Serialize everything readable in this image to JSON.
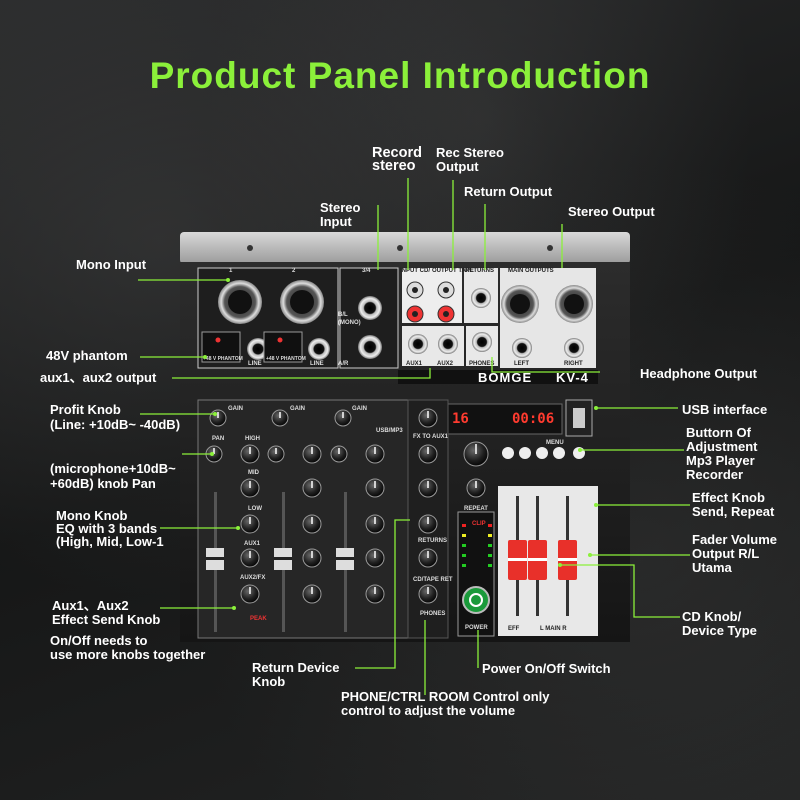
{
  "title": "Product Panel Introduction",
  "colors": {
    "accent": "#8bf03a",
    "background": "#1d1f20",
    "fader_cap": "#e8302a",
    "display_red": "#ff3b2f"
  },
  "mixer": {
    "brand": "BOMGE",
    "model": "KV-4",
    "display_left": "16",
    "display_right": "00:06",
    "channels": [
      "1",
      "2",
      "3/4"
    ],
    "sections": {
      "input_cd": "INPUT CD/",
      "output_tape": "OUTPUT TAPE",
      "returns": "RETURNS",
      "main_outputs": "MAIN OUTPUTS",
      "aux1": "AUX1",
      "aux2": "AUX2",
      "phones": "PHONES",
      "left": "LEFT",
      "right": "RIGHT",
      "line": "LINE",
      "phantom": "+48 V PHANTOM",
      "mono": "(MONO)",
      "bl": "B/L",
      "ar": "A/R",
      "gain": "GAIN",
      "pan": "PAN",
      "high": "HIGH",
      "mid": "MID",
      "low": "LOW",
      "aux1_knob": "AUX1",
      "aux2fx": "AUX2/FX",
      "peak": "PEAK",
      "fx_to_aux1": "FX TO AUX1",
      "returns_knob": "RETURNS",
      "cd_tape_ret": "CD/TAPE RET",
      "phones_knob": "PHONES",
      "power": "POWER",
      "clip": "CLIP",
      "repeat": "REPEAT",
      "menu": "MENU",
      "eff": "EFF",
      "main": "L  MAIN  R",
      "usb": "USB/MP3"
    }
  },
  "callouts": {
    "mono_input": "Mono Input",
    "phantom": "48V phantom",
    "aux_output": "aux1、aux2 output",
    "profit_knob": "Profit Knob",
    "profit_knob_range": "(Line: +10dB~ -40dB)",
    "mic_range": "(microphone+10dB~",
    "mic_range2": "+60dB) knob Pan",
    "mono_knob": "Mono Knob",
    "mono_knob_eq": "EQ with 3 bands",
    "mono_knob_bands": "(High, Mid, Low-1",
    "aux_send": "Aux1、Aux2",
    "aux_send2": "Effect Send Knob",
    "onoff": "On/Off needs to",
    "onoff2": "use more knobs together",
    "stereo_input": "Stereo",
    "stereo_input2": "Input",
    "record_stereo": "Record",
    "record_stereo2": "stereo",
    "rec_stereo_output": "Rec Stereo",
    "rec_stereo_output2": "Output",
    "return_output": "Return Output",
    "stereo_output": "Stereo Output",
    "headphone_output": "Headphone Output",
    "usb_interface": "USB interface",
    "adjustment": "Buttorn Of",
    "adjustment2": "Adjustment",
    "adjustment3": "Mp3 Player",
    "adjustment4": "Recorder",
    "effect_knob": "Effect Knob",
    "effect_knob2": "Send, Repeat",
    "fader_volume": "Fader Volume",
    "fader_volume2": "Output R/L",
    "fader_volume3": "Utama",
    "cd_knob": "CD Knob/",
    "cd_knob2": "Device Type",
    "return_device": "Return Device",
    "return_device2": "Knob",
    "phone_ctrl": "PHONE/CTRL ROOM Control only",
    "phone_ctrl2": "control to adjust the volume",
    "power_switch": "Power On/Off Switch"
  }
}
